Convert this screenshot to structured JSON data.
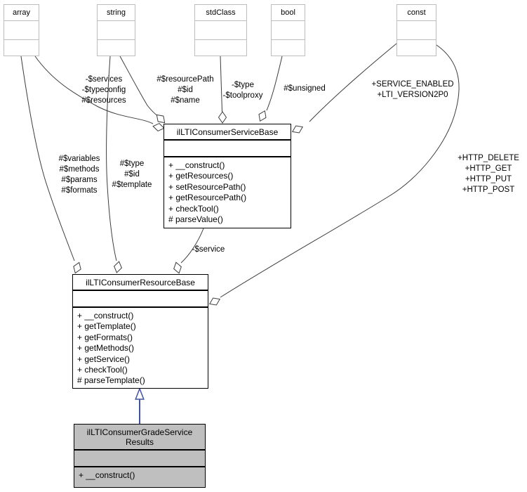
{
  "top_classes": [
    {
      "name": "array"
    },
    {
      "name": "string"
    },
    {
      "name": "stdClass"
    },
    {
      "name": "bool"
    },
    {
      "name": "const"
    }
  ],
  "classes": {
    "service_base": {
      "title": "ilLTIConsumerServiceBase",
      "methods": [
        "+ __construct()",
        "+ getResources()",
        "+ setResourcePath()",
        "+ getResourcePath()",
        "+ checkTool()",
        "# parseValue()"
      ]
    },
    "resource_base": {
      "title": "ilLTIConsumerResourceBase",
      "methods": [
        "+ __construct()",
        "+ getTemplate()",
        "+ getFormats()",
        "+ getMethods()",
        "+ getService()",
        "+ checkTool()",
        "# parseTemplate()"
      ]
    },
    "grade_service_results": {
      "title": "ilLTIConsumerGradeService\nResults",
      "methods": [
        "+ __construct()"
      ]
    }
  },
  "edge_labels": {
    "array_to_service": "-$services\n-$typeconfig\n#$resources",
    "string_to_service": "#$resourcePath\n#$id\n#$name",
    "stdclass_to_service": "-$type\n-$toolproxy",
    "bool_to_service": "#$unsigned",
    "const_to_service": "+SERVICE_ENABLED\n+LTI_VERSION2P0",
    "array_to_resource": "#$variables\n#$methods\n#$params\n#$formats",
    "string_to_resource": "#$type\n#$id\n#$template",
    "const_to_resource": "+HTTP_DELETE\n+HTTP_GET\n+HTTP_PUT\n+HTTP_POST",
    "service_to_resource": "-$service"
  },
  "colors": {
    "highlight_node_fill": "#bfbfbf",
    "edge": "#3d3d3d",
    "inheritance_arrow": "#4253a0",
    "top_box_border": "#bdbdbd",
    "main_box_border": "#000000"
  }
}
